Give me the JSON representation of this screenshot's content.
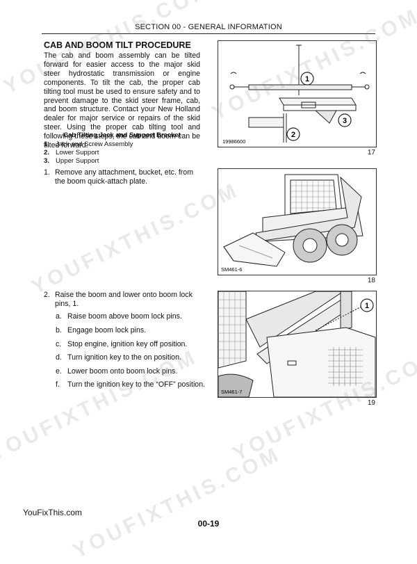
{
  "header": {
    "section": "SECTION 00 - GENERAL INFORMATION"
  },
  "title": "CAB AND BOOM TILT PROCEDURE",
  "intro": "The cab and boom assembly can be tilted forward for easier access to the major skid steer hydrostatic transmission or engine components. To tilt the cab, the proper cab tilting tool must be used to ensure safety and to prevent damage to the skid steer frame, cab, and boom structure. Contact your New Holland dealer for major service or repairs of the skid steer. Using the proper cab tilting tool and following these steps, the cab and boom can be tilted forward.",
  "figure_caption": "Cab Tilting Jack and Support Bracket",
  "legend": [
    {
      "num": "1.",
      "label": "Jack and Screw Assembly"
    },
    {
      "num": "2.",
      "label": "Lower Support"
    },
    {
      "num": "3.",
      "label": "Upper Support"
    }
  ],
  "steps": [
    {
      "num": "1.",
      "text": "Remove any attachment, bucket, etc. from the boom quick-attach plate."
    },
    {
      "num": "2.",
      "text": "Raise the boom and lower onto boom lock pins, 1."
    }
  ],
  "substeps": [
    {
      "letter": "a.",
      "text": "Raise boom above boom lock pins."
    },
    {
      "letter": "b.",
      "text": "Engage boom lock pins."
    },
    {
      "letter": "c.",
      "text": "Stop engine, ignition key off position."
    },
    {
      "letter": "d.",
      "text": "Turn ignition key to the on position."
    },
    {
      "letter": "e.",
      "text": "Lower boom onto boom lock pins."
    },
    {
      "letter": "f.",
      "text": "Turn the ignition key to the “OFF” position."
    }
  ],
  "figures": [
    {
      "id": "19986600",
      "number": "17",
      "callouts": [
        "1",
        "2",
        "3"
      ]
    },
    {
      "id": "SM461-6",
      "number": "18"
    },
    {
      "id": "SM461-7",
      "number": "19",
      "callouts": [
        "1"
      ]
    }
  ],
  "footer": {
    "site": "YouFixThis.com",
    "page": "00-19"
  },
  "watermark": "YOUFIXTHIS.COM"
}
